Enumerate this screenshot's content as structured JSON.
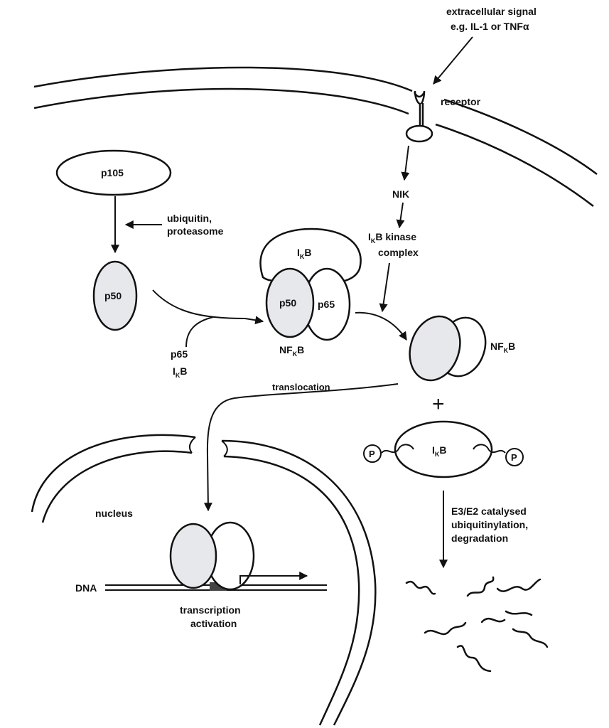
{
  "signal": {
    "line1": "extracellular signal",
    "line2": "e.g. IL-1 or TNFα"
  },
  "receptor": "receptor",
  "nik": "NIK",
  "ikk": {
    "line1_main": "I",
    "line1_sub": "K",
    "line1_rest": "B kinase",
    "line2": "complex"
  },
  "p105": "p105",
  "ubiquitin": {
    "line1": "ubiquitin,",
    "line2": "proteasome"
  },
  "p50": "p50",
  "p65": "p65",
  "ikb": {
    "main": "I",
    "sub": "K",
    "rest": "B"
  },
  "nfkb": {
    "main": "NF",
    "sub": "K",
    "rest": "B"
  },
  "translocation": "translocation",
  "nucleus": "nucleus",
  "dna": "DNA",
  "transcription": {
    "line1": "transcription",
    "line2": "activation"
  },
  "phospho": "P",
  "plus": "+",
  "degradation": {
    "line1": "E3/E2 catalysed",
    "line2": "ubiquitinylation,",
    "line3": "degradation"
  }
}
